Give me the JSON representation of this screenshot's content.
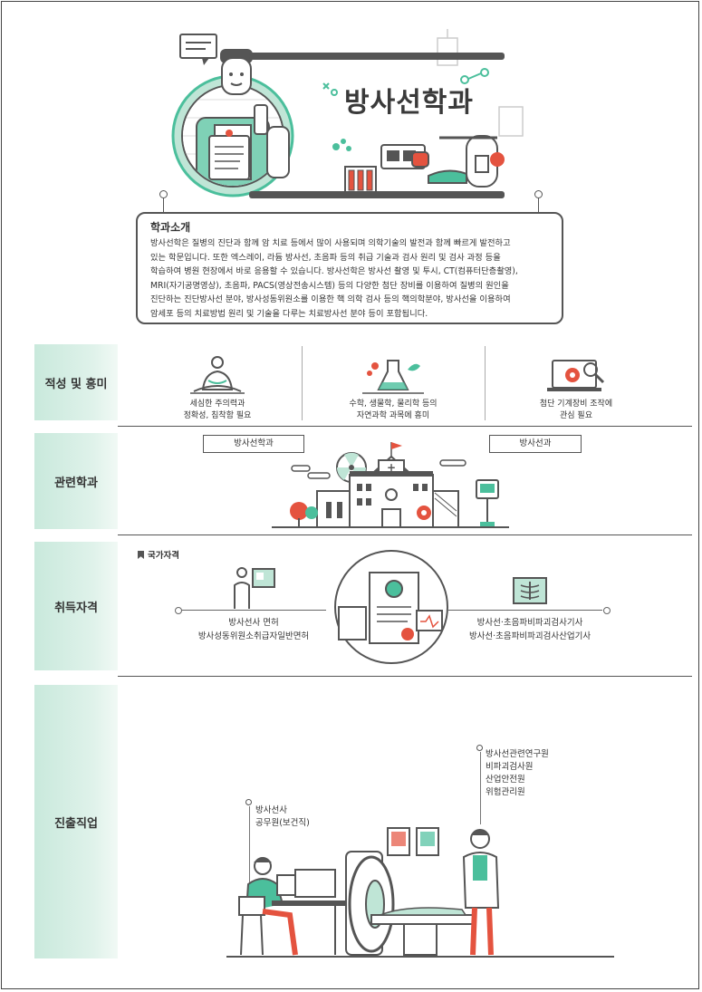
{
  "header": {
    "department_title": "방사선학과"
  },
  "intro": {
    "title": "학과소개",
    "lines": [
      "방사선학은 질병의 진단과 함께 암 치료 등에서 많이 사용되며 의학기술의 발전과 함께 빠르게 발전하고",
      "있는 학문입니다. 또한 엑스레이, 라듐 방사선, 초음파 등의 취급 기술과 검사 원리 및 검사 과정 등을",
      "학습하여 병원 현장에서 바로 응용할 수 있습니다. 방사선학은 방사선 촬영 및 투시, CT(컴퓨터단층촬영),",
      "MRI(자기공명영상), 초음파, PACS(영상전송시스템) 등의 다양한 첨단 장비를 이용하여 질병의 원인을",
      "진단하는 진단방사선 분야, 방사성동위원소를 이용한 핵 의학 검사 등의 핵의학분야, 방사선을 이용하여",
      "암세포 등의 치료방법 원리 및 기술을 다루는 치료방사선 분야 등이 포함됩니다."
    ]
  },
  "sections": {
    "aptitude": {
      "label": "적성 및 흥미",
      "items": [
        {
          "icon": "meditation-icon",
          "line1": "세심한 주의력과",
          "line2": "정확성, 침착함 필요"
        },
        {
          "icon": "lab-flask-icon",
          "line1": "수학, 생물학, 물리학 등의",
          "line2": "자연과학 과목에 흥미"
        },
        {
          "icon": "laptop-gear-icon",
          "line1": "첨단 기계장비 조작에",
          "line2": "관심 필요"
        }
      ]
    },
    "related": {
      "label": "관련학과",
      "tags": [
        "방사선학과",
        "방사선과"
      ]
    },
    "qualification": {
      "label": "취득자격",
      "badge": "국가자격",
      "left": [
        "방사선사 면허",
        "방사성동위원소취급자일반면허"
      ],
      "right": [
        "방사선·초음파비파괴검사기사",
        "방사선·초음파비파괴검사산업기사"
      ]
    },
    "careers": {
      "label": "진출직업",
      "group1": [
        "방사선사",
        "공무원(보건직)"
      ],
      "group2": [
        "방사선관련연구원",
        "비파괴검사원",
        "산업안전원",
        "위험관리원"
      ]
    }
  },
  "colors": {
    "mint": "#c9e9dc",
    "teal": "#4bbf9c",
    "red": "#e4533f",
    "dark": "#555555"
  }
}
